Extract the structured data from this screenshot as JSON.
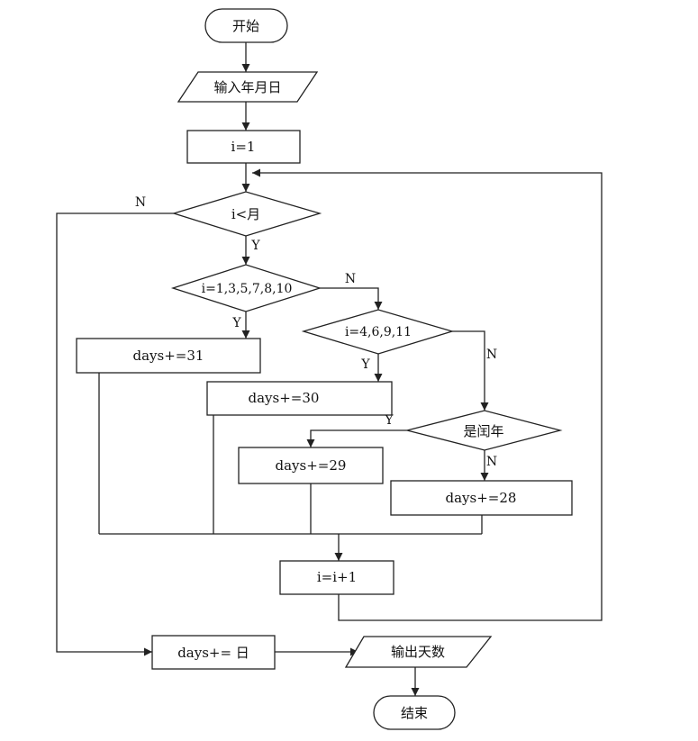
{
  "flowchart": {
    "start": "开始",
    "input": "输入年月日",
    "init": "i=1",
    "loop_condition": "i<月",
    "cond_31": "i=1,3,5,7,8,10",
    "cond_30": "i=4,6,9,11",
    "cond_leap": "是闰年",
    "add_31": "days+=31",
    "add_30": "days+=30",
    "add_29": "days+=29",
    "add_28": "days+=28",
    "increment": "i=i+1",
    "add_day": "days+= 日",
    "output": "输出天数",
    "end": "结束"
  },
  "labels": {
    "yes": "Y",
    "no": "N"
  }
}
